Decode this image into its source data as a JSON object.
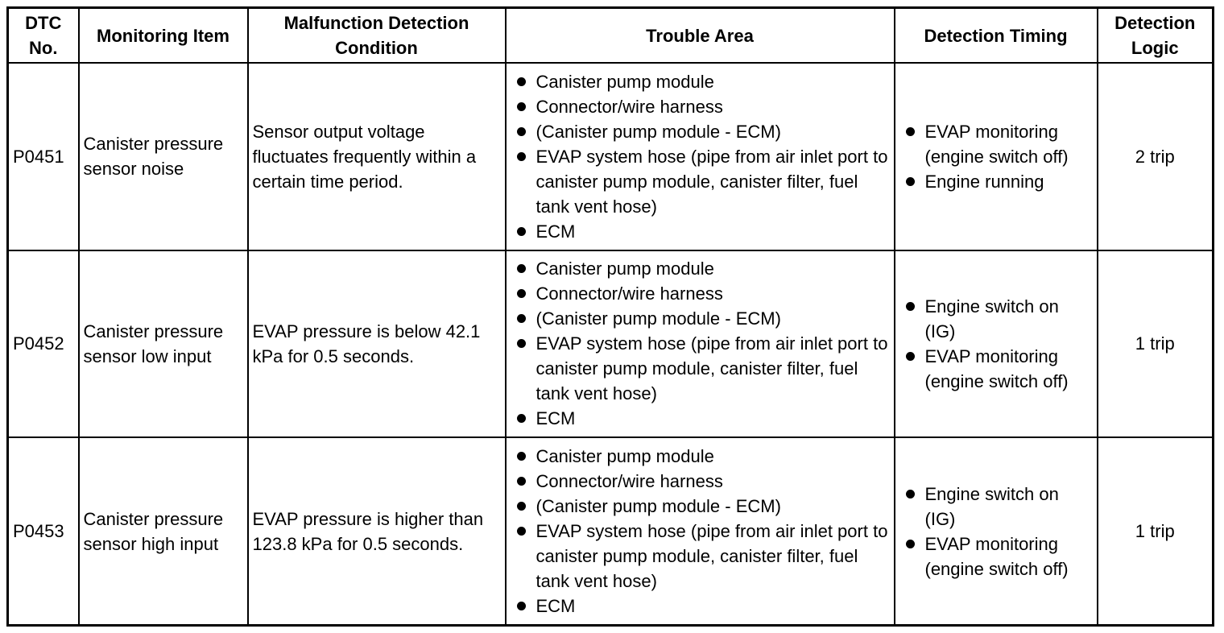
{
  "headers": {
    "dtc_no": "DTC No.",
    "monitoring_item": "Monitoring Item",
    "malfunction_condition": "Malfunction Detection Condition",
    "trouble_area": "Trouble Area",
    "detection_timing": "Detection Timing",
    "detection_logic": "Detection Logic"
  },
  "rows": [
    {
      "dtc": "P0451",
      "item": "Canister pressure sensor noise",
      "condition": "Sensor output voltage fluctuates frequently within a certain time period.",
      "trouble_areas": [
        "Canister pump module",
        "Connector/wire harness",
        "(Canister pump module - ECM)",
        "EVAP system hose (pipe from air inlet port to canister pump module, canister filter, fuel tank vent hose)",
        "ECM"
      ],
      "timing": [
        "EVAP monitoring (engine switch off)",
        "Engine running"
      ],
      "logic": "2 trip"
    },
    {
      "dtc": "P0452",
      "item": "Canister pressure sensor low input",
      "condition": "EVAP pressure is below 42.1 kPa for 0.5 seconds.",
      "trouble_areas": [
        "Canister pump module",
        "Connector/wire harness",
        "(Canister pump module - ECM)",
        "EVAP system hose (pipe from air inlet port to canister pump module, canister filter, fuel tank vent hose)",
        "ECM"
      ],
      "timing": [
        "Engine switch on (IG)",
        "EVAP monitoring (engine switch off)"
      ],
      "logic": "1 trip"
    },
    {
      "dtc": "P0453",
      "item": "Canister pressure sensor high input",
      "condition": "EVAP pressure is higher than 123.8 kPa for 0.5 seconds.",
      "trouble_areas": [
        "Canister pump module",
        "Connector/wire harness",
        "(Canister pump module - ECM)",
        "EVAP system hose (pipe from air inlet port to canister pump module, canister filter, fuel tank vent hose)",
        "ECM"
      ],
      "timing": [
        "Engine switch on (IG)",
        "EVAP monitoring (engine switch off)"
      ],
      "logic": "1 trip"
    }
  ]
}
